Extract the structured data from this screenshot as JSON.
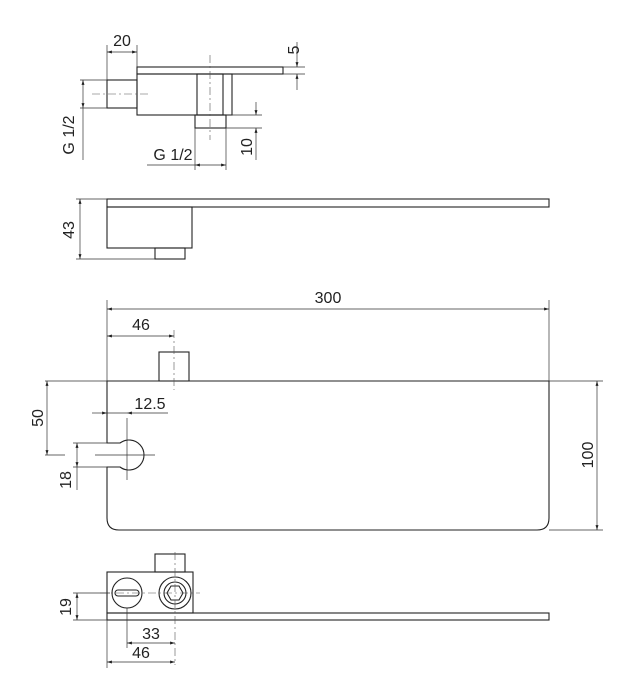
{
  "top_view": {
    "dim_width": "20",
    "dim_plate": "5",
    "dim_side_thread": "G 1/2",
    "dim_bottom_thread": "G 1/2",
    "dim_nipple": "10"
  },
  "side_view": {
    "dim_height": "43"
  },
  "plan_view": {
    "dim_length": "300",
    "dim_inlet": "46",
    "dim_hole_offset": "12.5",
    "dim_hole_y": "50",
    "dim_slot": "18",
    "dim_depth": "100"
  },
  "end_view": {
    "dim_height": "19",
    "dim_center": "33",
    "dim_width": "46"
  },
  "colors": {
    "line": "#222222",
    "background": "#ffffff"
  }
}
